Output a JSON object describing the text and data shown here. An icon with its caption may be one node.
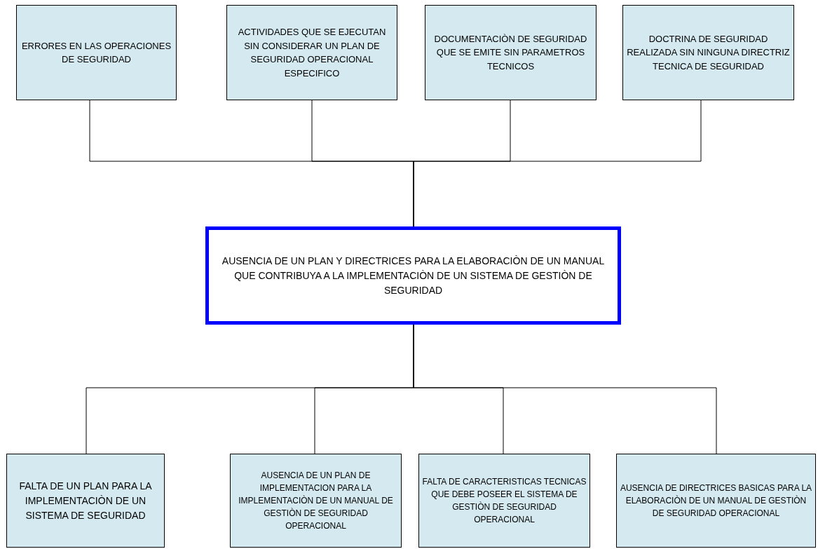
{
  "diagram": {
    "nodes": [
      {
        "text": [
          "ERRORES EN LAS OPERACIONES DE SEGURIDAD"
        ]
      },
      {
        "text": [
          "ACTIVIDADES QUE SE EJECUTAN SIN CONSIDERAR UN PLAN DE SEGURIDAD OPERACIONAL ESPECIFICO"
        ]
      },
      {
        "text": [
          "DOCUMENTACIÒN DE SEGURIDAD QUE SE EMITE SIN PARAMETROS TECNICOS"
        ]
      },
      {
        "text": [
          "DOCTRINA DE SEGURIDAD REALIZADA SIN NINGUNA DIRECTRIZ TECNICA DE SEGURIDAD"
        ]
      },
      {
        "text": [
          "AUSENCIA DE UN PLAN Y DIRECTRICES PARA LA ELABORACIÒN DE UN MANUAL QUE CONTRIBUYA A LA IMPLEMENTACIÒN DE UN SISTEMA DE GESTIÒN DE SEGURIDAD"
        ]
      },
      {
        "text": [
          "FALTA DE UN PLAN PARA LA IMPLEMENTACIÒN DE UN SISTEMA DE SEGURIDAD"
        ]
      },
      {
        "text": [
          "AUSENCIA DE UN PLAN DE IMPLEMENTACION PARA LA IMPLEMENTACIÒN DE UN MANUAL DE GESTIÒN DE SEGURIDAD OPERACIONAL"
        ]
      },
      {
        "text": [
          "FALTA DE CARACTERISTICAS TECNICAS QUE DEBE POSEER EL SISTEMA DE GESTIÒN DE SEGURIDAD OPERACIONAL"
        ]
      },
      {
        "text": [
          "AUSENCIA DE DIRECTRICES BASICAS PARA LA ELABORACIÒN DE UN MANUAL DE GESTIÒN DE SEGURIDAD OPERACIONAL"
        ]
      }
    ],
    "edges": [
      {
        "from": 0,
        "to": 4,
        "arrow": "none"
      },
      {
        "from": 1,
        "to": 4,
        "arrow": "none"
      },
      {
        "from": 2,
        "to": 4,
        "arrow": "none"
      },
      {
        "from": 3,
        "to": 4,
        "arrow": "none"
      },
      {
        "from": 4,
        "to": 5,
        "arrow": "none"
      },
      {
        "from": 4,
        "to": 6,
        "arrow": "none"
      },
      {
        "from": 4,
        "to": 7,
        "arrow": "none"
      },
      {
        "from": 4,
        "to": 8,
        "arrow": "none"
      }
    ]
  }
}
